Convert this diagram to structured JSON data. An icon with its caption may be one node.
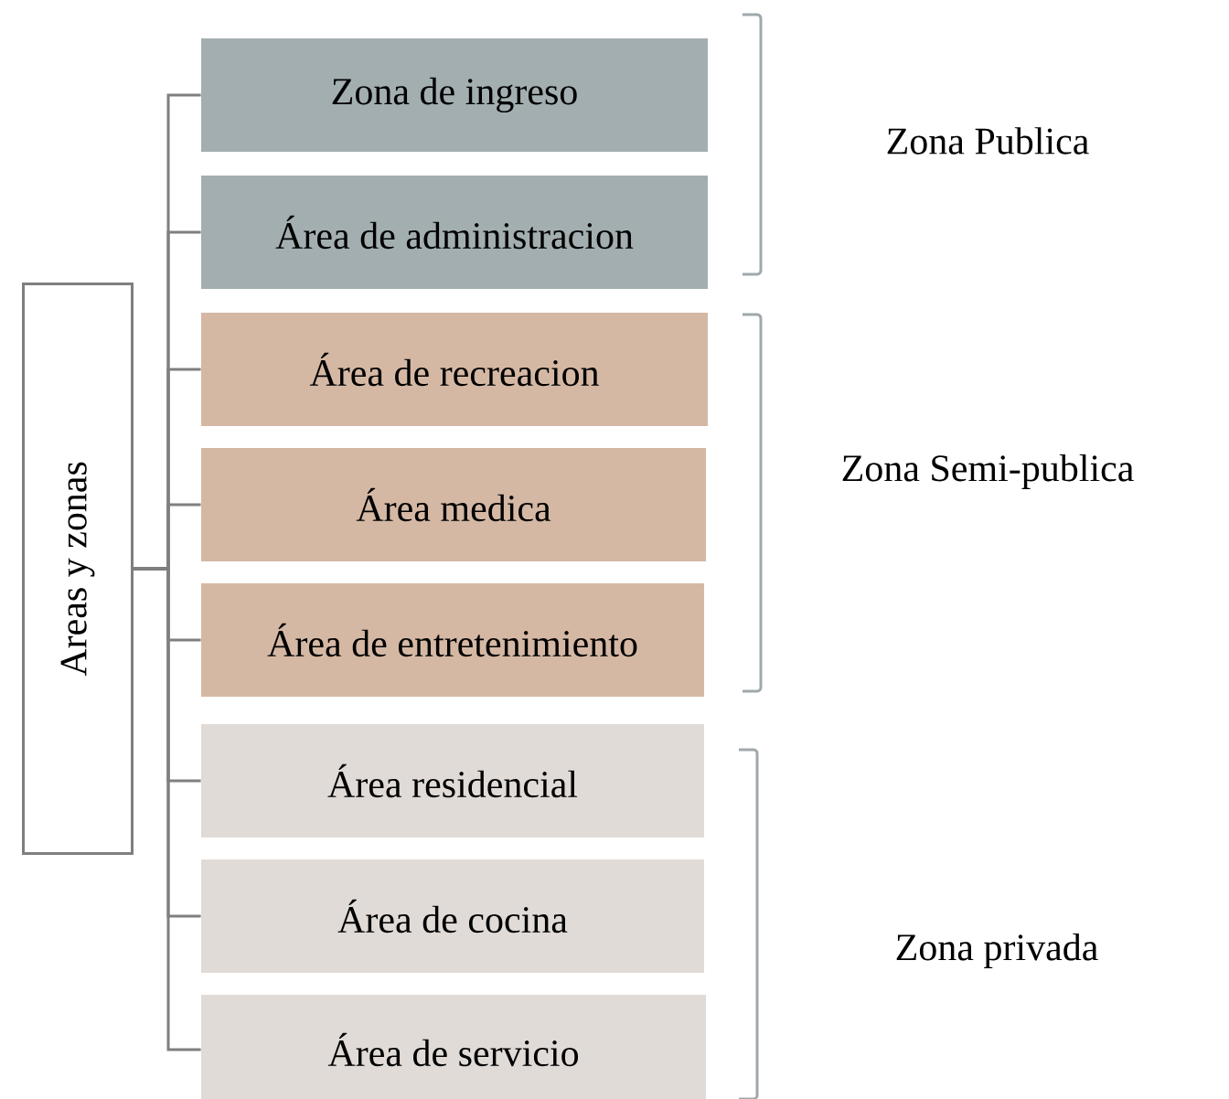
{
  "diagram": {
    "nodes": [
      {
        "text": [
          "Areas y zonas"
        ]
      },
      {
        "text": [
          "Zona de ingreso"
        ]
      },
      {
        "text": [
          "Área de administracion"
        ]
      },
      {
        "text": [
          "Área de recreacion"
        ]
      },
      {
        "text": [
          "Área medica"
        ]
      },
      {
        "text": [
          "Área de entretenimiento"
        ]
      },
      {
        "text": [
          "Área residencial"
        ]
      },
      {
        "text": [
          "Área de cocina"
        ]
      },
      {
        "text": [
          "Área de servicio"
        ]
      }
    ],
    "edges": [
      {
        "from": 0,
        "to": 1,
        "arrow": "none"
      },
      {
        "from": 0,
        "to": 2,
        "arrow": "none"
      },
      {
        "from": 0,
        "to": 3,
        "arrow": "none"
      },
      {
        "from": 0,
        "to": 4,
        "arrow": "none"
      },
      {
        "from": 0,
        "to": 5,
        "arrow": "none"
      },
      {
        "from": 0,
        "to": 6,
        "arrow": "none"
      },
      {
        "from": 0,
        "to": 7,
        "arrow": "none"
      },
      {
        "from": 0,
        "to": 8,
        "arrow": "none"
      }
    ],
    "labels": [
      "Zona Publica",
      "Zona Semi-publica",
      "Zona privada"
    ]
  }
}
